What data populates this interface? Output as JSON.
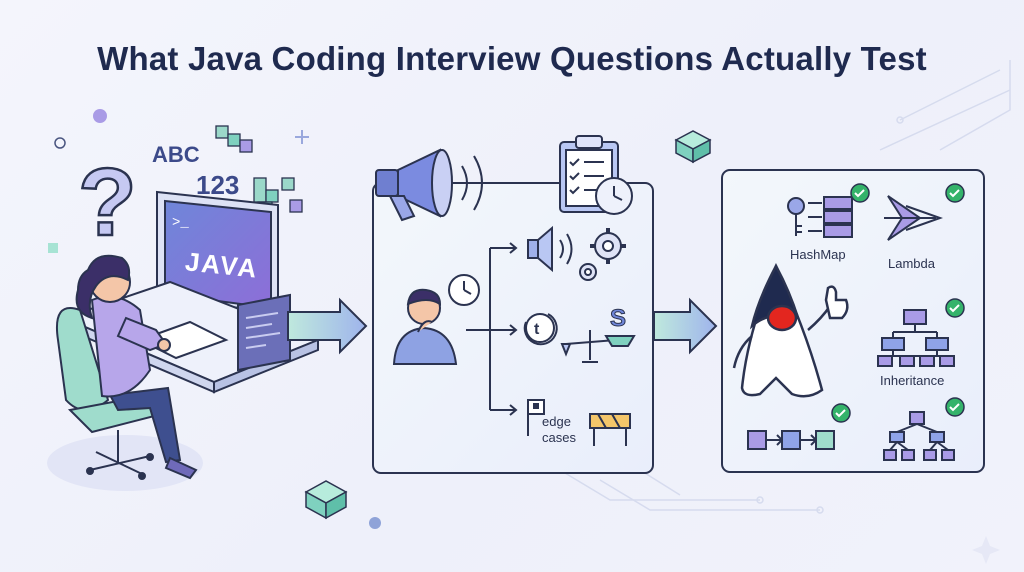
{
  "title": "What Java Coding Interview Questions Actually Test",
  "left_scene": {
    "letters": "ABC",
    "digits": "123",
    "screen_word": "JAVA",
    "prompt_symbol": ">_"
  },
  "middle_panel": {
    "edge_cases_label": "edge\ncases"
  },
  "right_panel": {
    "hashmap_label": "HashMap",
    "lambda_label": "Lambda",
    "inheritance_label": "Inheritance"
  },
  "colors": {
    "accent_purple": "#8b7fd8",
    "accent_teal": "#7fd1bf",
    "check_green": "#34b36a",
    "mascot_red": "#e3261f",
    "outline": "#2b3350"
  }
}
